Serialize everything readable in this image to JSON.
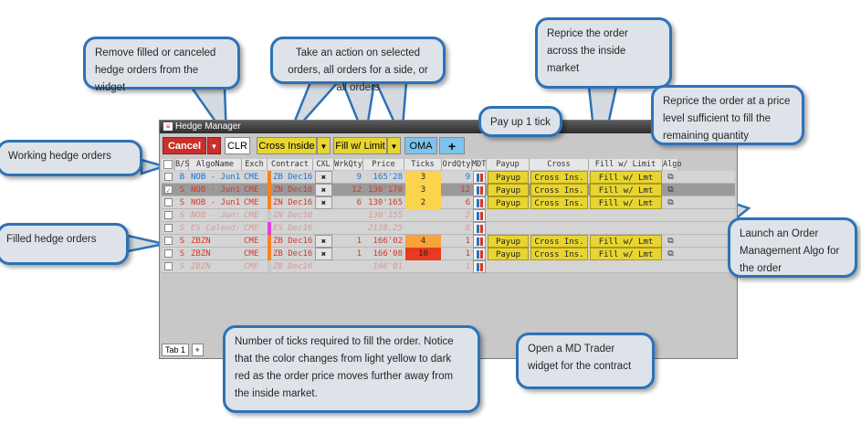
{
  "callouts": {
    "remove": "Remove filled or canceled hedge orders from the widget",
    "action": "Take an action on selected orders, all orders for a side, or all orders",
    "reprice_inside": "Reprice the order across the inside market",
    "payup": "Pay up 1 tick",
    "reprice_level": "Reprice the order at a price level sufficient to fill the remaining quantity",
    "working": "Working hedge orders",
    "filled": "Filled hedge orders",
    "launch": "Launch an Order Management Algo for the order",
    "ticks": "Number of ticks required to fill the order. Notice that the color changes from light yellow to dark red as the order price moves further away from the inside market.",
    "mdtrader": "Open a MD Trader widget for the contract"
  },
  "window": {
    "title": "Hedge Manager"
  },
  "toolbar": {
    "cancel": "Cancel",
    "clr": "CLR",
    "cross": "Cross Inside",
    "fill": "Fill w/ Limit",
    "oma": "OMA",
    "add": "+"
  },
  "columns": [
    "B/S",
    "AlgoName",
    "Exch",
    "Contract",
    "CXL",
    "WrkQty",
    "Price",
    "Ticks Away",
    "OrdQty",
    "MDT",
    "Payup",
    "Cross",
    "Fill w/ Limit",
    "Algo"
  ],
  "rows": [
    {
      "side": "B",
      "algo": "NOB - Jun1",
      "exch": "CME",
      "contract": "ZB Dec16",
      "wrk": "9",
      "price": "165'28",
      "ticks": "3",
      "ord": "9",
      "payup": "Payup",
      "cross": "Cross Ins.",
      "fill": "Fill w/ Lmt"
    },
    {
      "side": "S",
      "algo": "NOB - Jun1",
      "exch": "CME",
      "contract": "ZN Dec16",
      "wrk": "12",
      "price": "130'170",
      "ticks": "3",
      "ord": "12",
      "payup": "Payup",
      "cross": "Cross Ins.",
      "fill": "Fill w/ Lmt"
    },
    {
      "side": "S",
      "algo": "NOB - Jun1",
      "exch": "CME",
      "contract": "ZN Dec16",
      "wrk": "6",
      "price": "130'165",
      "ticks": "2",
      "ord": "6",
      "payup": "Payup",
      "cross": "Cross Ins.",
      "fill": "Fill w/ Lmt"
    },
    {
      "side": "S",
      "algo": "NOB - Jun:",
      "exch": "CME",
      "contract": "ZN Dec16",
      "wrk": "",
      "price": "130'155",
      "ticks": "",
      "ord": "2",
      "payup": "",
      "cross": "",
      "fill": ""
    },
    {
      "side": "S",
      "algo": "ES Calend:",
      "exch": "CME",
      "contract": "ES Dec16",
      "wrk": "",
      "price": "2138.25",
      "ticks": "",
      "ord": "8",
      "payup": "",
      "cross": "",
      "fill": ""
    },
    {
      "side": "S",
      "algo": "ZBZN",
      "exch": "CME",
      "contract": "ZB Dec16",
      "wrk": "1",
      "price": "166'02",
      "ticks": "4",
      "ord": "1",
      "payup": "Payup",
      "cross": "Cross Ins.",
      "fill": "Fill w/ Lmt"
    },
    {
      "side": "S",
      "algo": "ZBZN",
      "exch": "CME",
      "contract": "ZB Dec16",
      "wrk": "1",
      "price": "166'08",
      "ticks": "10",
      "ord": "1",
      "payup": "Payup",
      "cross": "Cross Ins.",
      "fill": "Fill w/ Lmt"
    },
    {
      "side": "S",
      "algo": "ZBZN",
      "exch": "CME",
      "contract": "ZB Dec16",
      "wrk": "",
      "price": "166'01",
      "ticks": "",
      "ord": "1",
      "payup": "",
      "cross": "",
      "fill": ""
    }
  ],
  "tabs": {
    "tab1": "Tab 1",
    "add": "+"
  },
  "colors": {
    "blue_text": "#1f6fd6",
    "red_text": "#d23a2a",
    "filled_text": "#d89a96",
    "ticks_light": "#fcd34d",
    "ticks_mid": "#f7a23a",
    "ticks_dark": "#e83a20",
    "button_yellow": "#e8d532",
    "cancel_red": "#c9302c",
    "callout_border": "#2d72b8"
  }
}
